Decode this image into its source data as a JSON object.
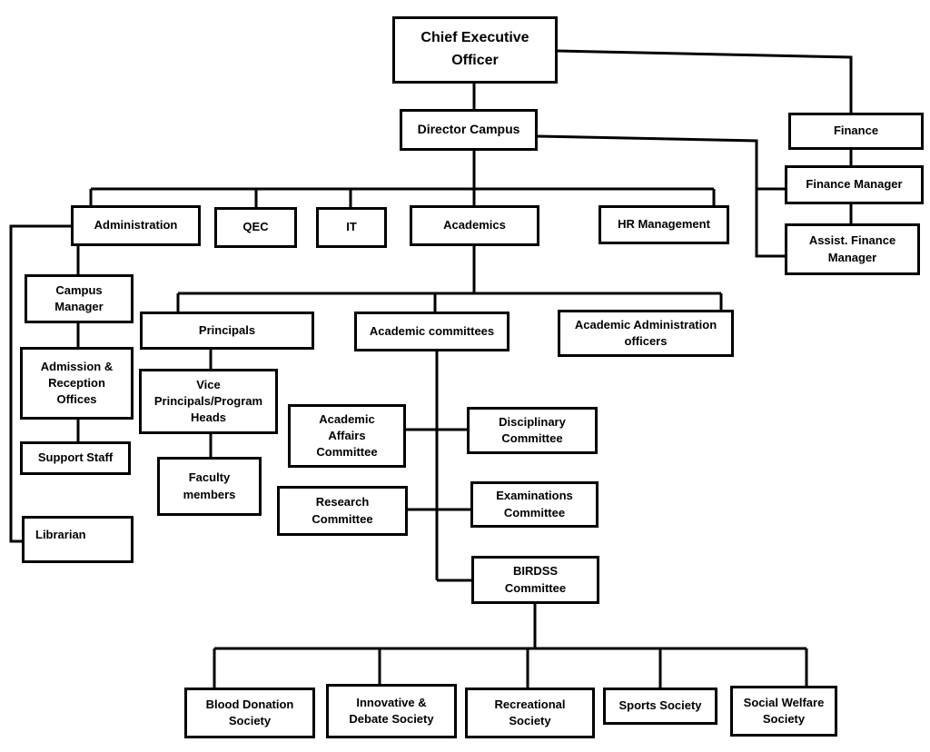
{
  "nodes": {
    "ceo": "Chief Executive\nOfficer",
    "director_campus": "Director Campus",
    "finance": "Finance",
    "finance_manager": "Finance Manager",
    "assist_finance_manager": "Assist. Finance\nManager",
    "administration": "Administration",
    "qec": "QEC",
    "it": "IT",
    "academics": "Academics",
    "hr_management": "HR Management",
    "campus_manager": "Campus\nManager",
    "admission_reception": "Admission &\nReception\nOffices",
    "support_staff": "Support Staff",
    "librarian": "Librarian",
    "principals": "Principals",
    "academic_committees": "Academic committees",
    "academic_admin_officers": "Academic Administration\nofficers",
    "vice_principals": "Vice\nPrincipals/Program\nHeads",
    "faculty_members": "Faculty\nmembers",
    "academic_affairs": "Academic\nAffairs\nCommittee",
    "disciplinary": "Disciplinary\nCommittee",
    "research": "Research\nCommittee",
    "examinations": "Examinations\nCommittee",
    "birdss": "BIRDSS\nCommittee",
    "blood_donation": "Blood Donation\nSociety",
    "innovative_debate": "Innovative &\nDebate Society",
    "recreational": "Recreational\nSociety",
    "sports": "Sports Society",
    "social_welfare": "Social Welfare\nSociety"
  }
}
